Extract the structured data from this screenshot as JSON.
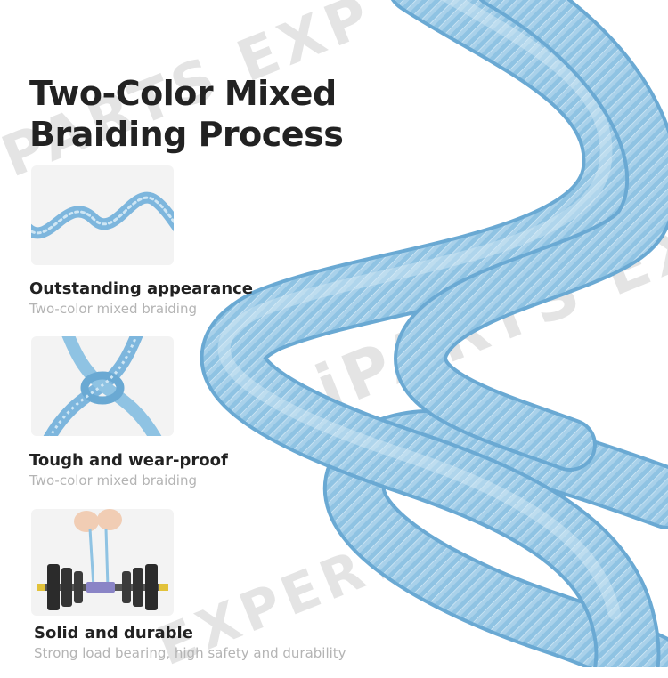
{
  "watermark": {
    "text_top": "PARTS EXP",
    "text_mid": "iPARTS EXP",
    "text_bottom": "EXPERT"
  },
  "heading": {
    "line1": "Two-Color Mixed",
    "line2": "Braiding Process"
  },
  "features": [
    {
      "title": "Outstanding appearance",
      "subtitle": "Two-color mixed braiding",
      "icon": "wavy-cable"
    },
    {
      "title": "Tough and wear-proof",
      "subtitle": "Two-color mixed braiding",
      "icon": "knotted-cable"
    },
    {
      "title": "Solid and durable",
      "subtitle": "Strong load bearing, high safety and durability",
      "icon": "dumbbell-lift"
    }
  ],
  "colors": {
    "cable_main": "#8fc3e3",
    "cable_light": "#cfe6f4",
    "cable_dark": "#6aa9d3",
    "text_dark": "#222222",
    "text_muted": "#b4b4b4",
    "card_bg": "#f3f3f3",
    "watermark": "#e4e4e4"
  }
}
